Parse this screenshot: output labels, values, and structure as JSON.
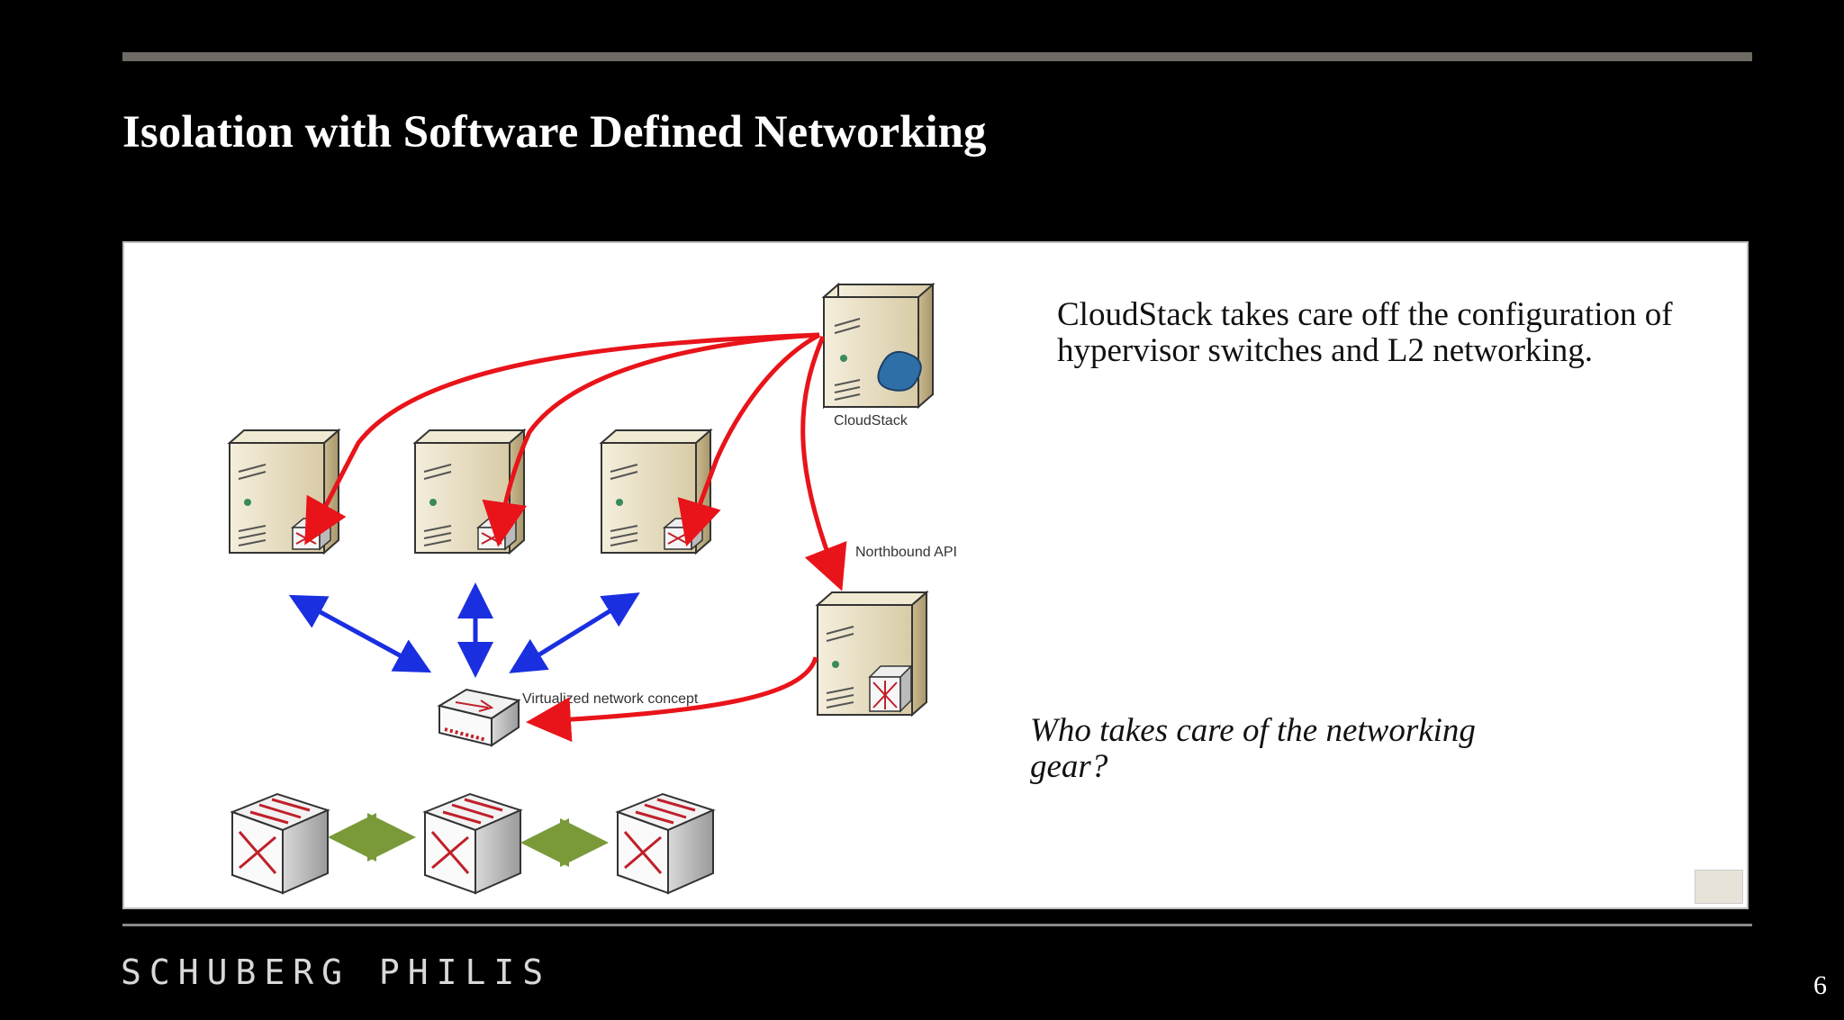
{
  "slide": {
    "title": "Isolation with Software Defined Networking",
    "page_number": "6",
    "brand": "SCHUBERG PHILIS"
  },
  "diagram": {
    "labels": {
      "cloudstack": "CloudStack",
      "northbound_api": "Northbound API",
      "virtualized_network": "Virtualized network concept"
    },
    "notes": {
      "main": "CloudStack takes care off the configuration of hypervisor switches and L2 networking.",
      "question": "Who takes care of the networking gear?"
    },
    "colors": {
      "control_arrows": "#e8141a",
      "virtual_links": "#1a2fe0",
      "physical_links": "#7a9a3a",
      "server_body": "#e4d9bd",
      "background": "#000000",
      "rule": "#6e6a64"
    }
  }
}
